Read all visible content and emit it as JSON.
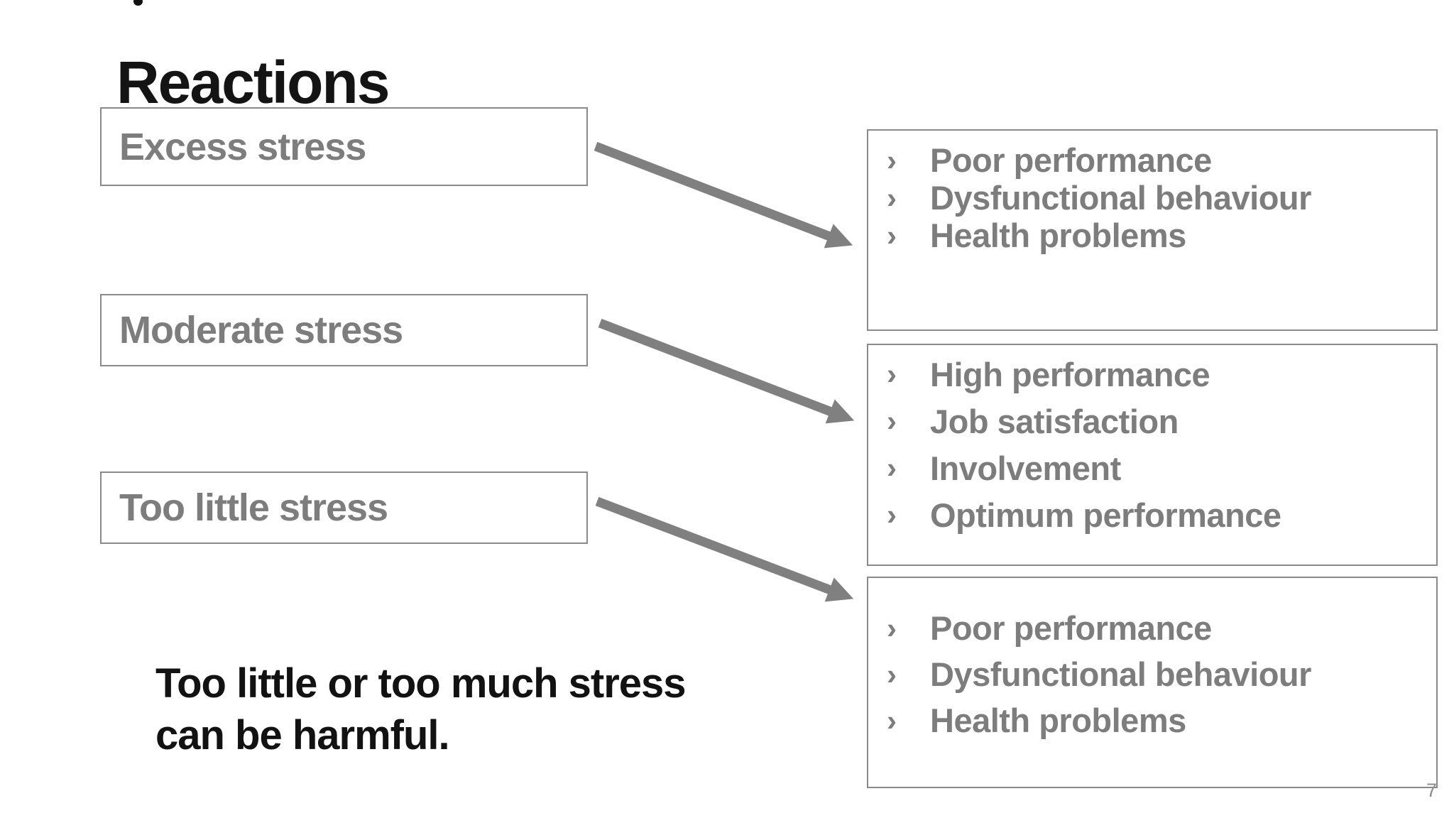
{
  "slide": {
    "title": "Reactions",
    "page_number": "7",
    "bullet_char": "›",
    "stress_boxes": [
      {
        "label": "Excess stress"
      },
      {
        "label": "Moderate stress"
      },
      {
        "label": "Too little stress"
      }
    ],
    "outcome_boxes": [
      {
        "items": [
          "Poor performance",
          "Dysfunctional behaviour",
          "Health problems"
        ]
      },
      {
        "items": [
          "High performance",
          "Job satisfaction",
          "Involvement",
          "Optimum performance"
        ]
      },
      {
        "items": [
          "Poor performance",
          "Dysfunctional behaviour",
          "Health problems"
        ]
      }
    ],
    "note_lines": [
      "Too little or too much stress",
      "can be harmful."
    ],
    "colors": {
      "text_gray": "#7d7d7d",
      "border_gray": "#8a8a8a",
      "arrow_gray": "#808080",
      "ink_black": "#141414"
    }
  }
}
